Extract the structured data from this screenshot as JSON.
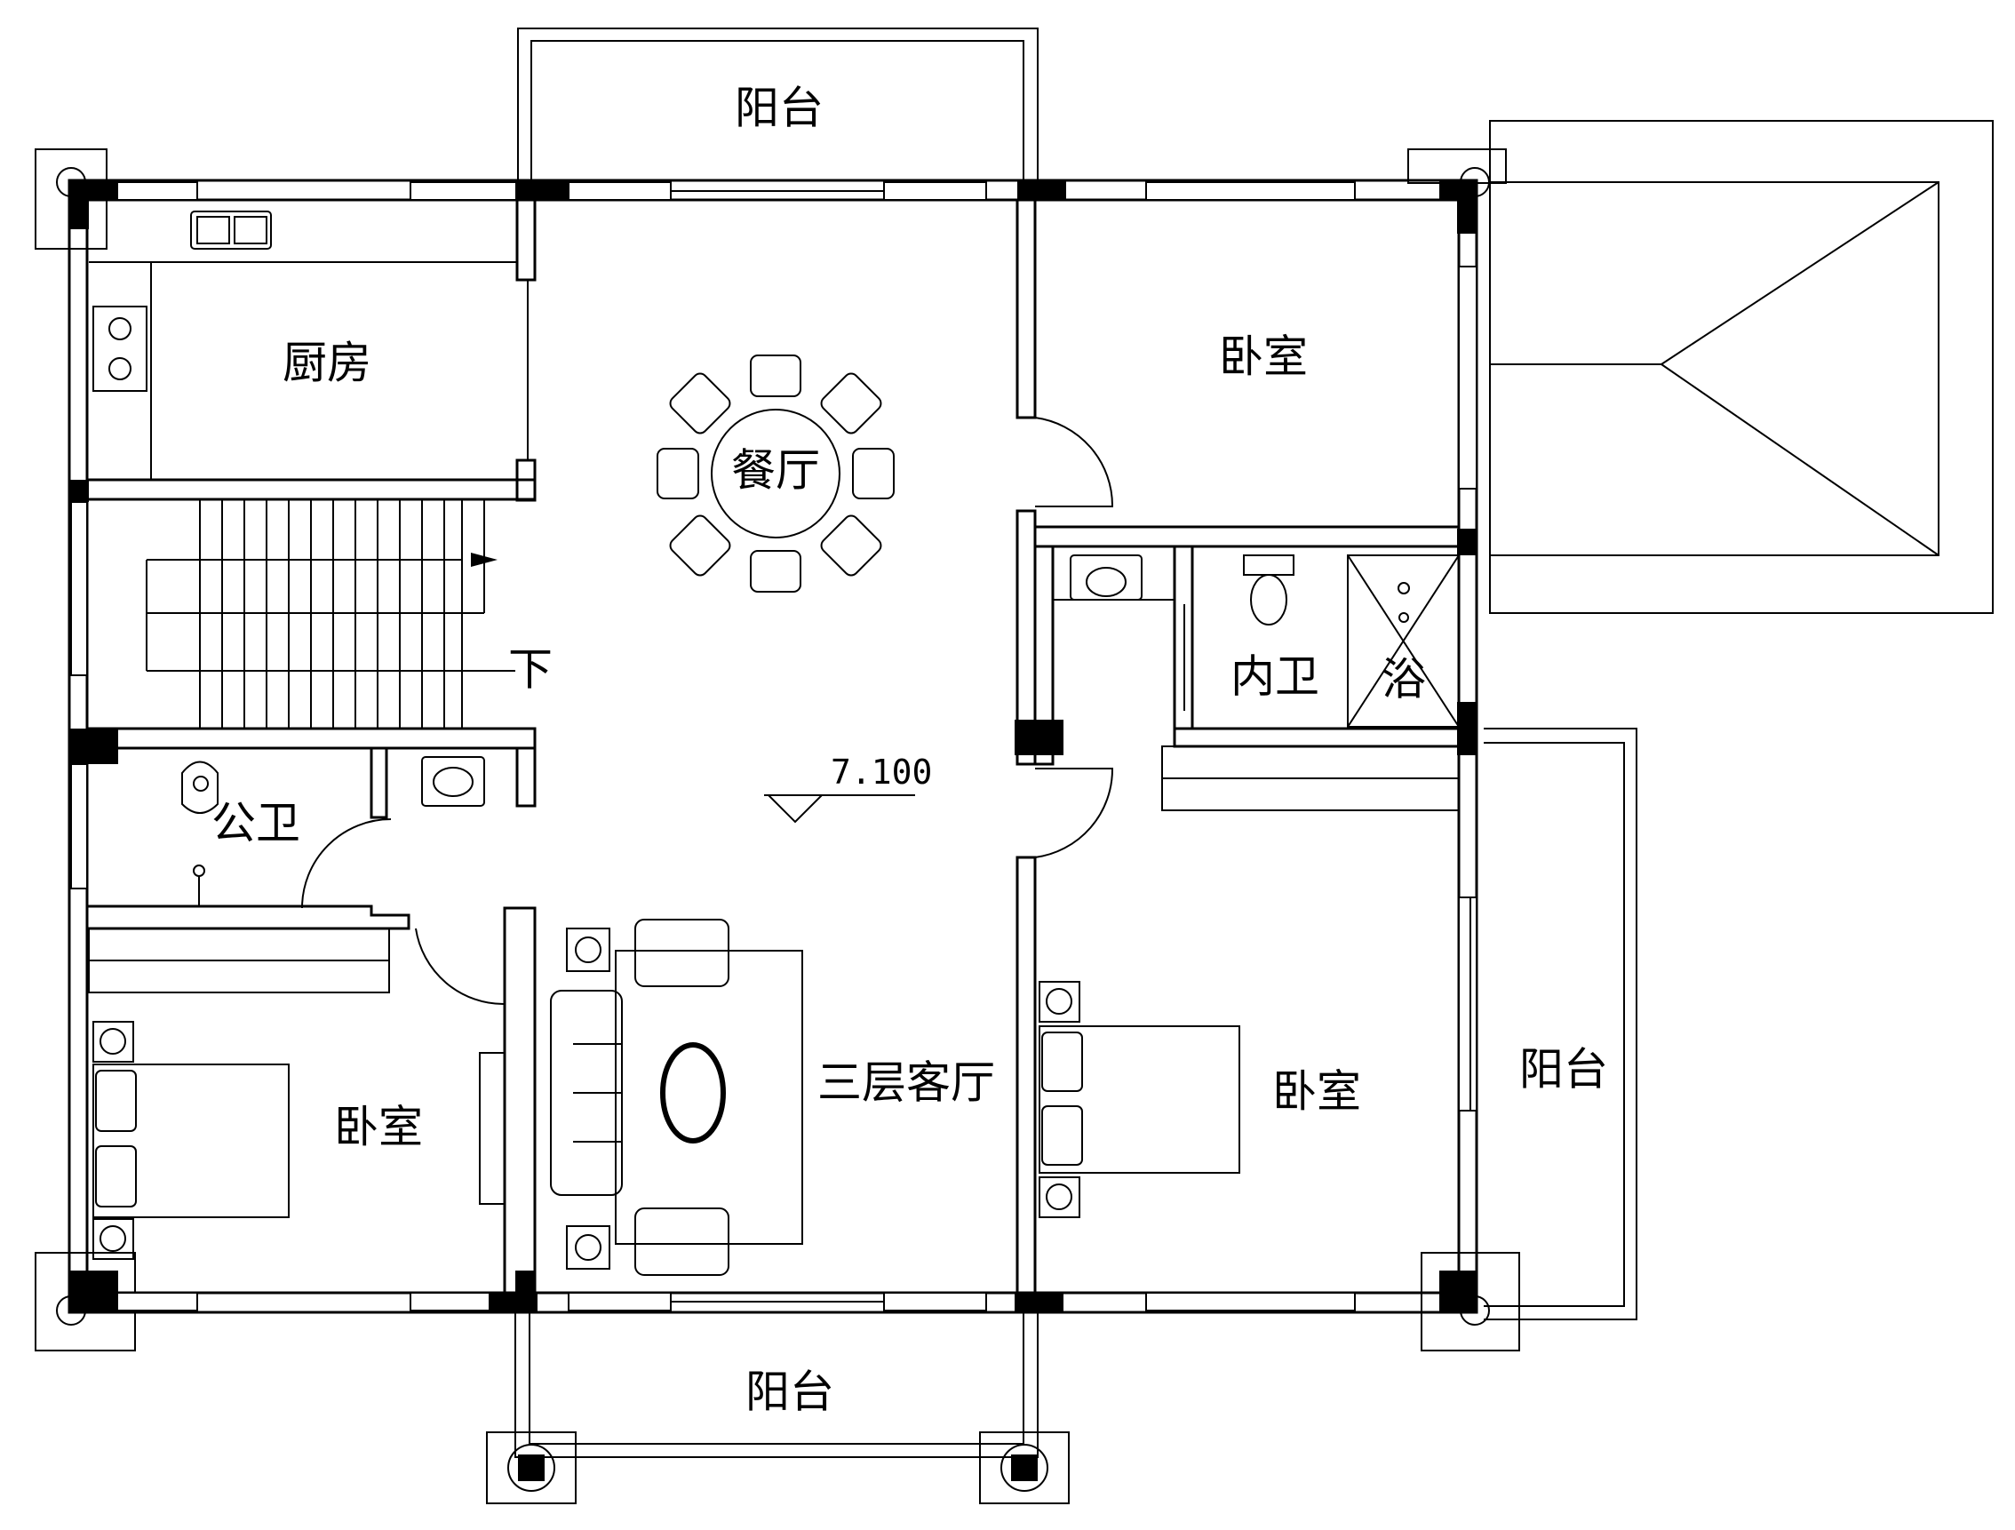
{
  "rooms": {
    "balcony_top": "阳台",
    "kitchen": "厨房",
    "dining": "餐厅",
    "bedroom_ne": "卧室",
    "inner_bath": "内卫",
    "shower": "浴",
    "stair_down": "下",
    "public_wc": "公卫",
    "bedroom_sw": "卧室",
    "living": "三层客厅",
    "bedroom_se": "卧室",
    "balcony_east": "阳台",
    "balcony_bottom": "阳台"
  },
  "elevation": "7.100"
}
